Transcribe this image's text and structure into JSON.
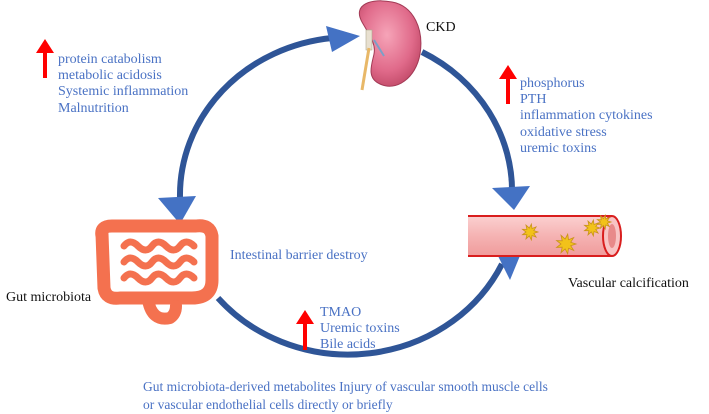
{
  "nodes": {
    "ckd": {
      "label": "CKD",
      "icon": "kidney-icon"
    },
    "gut": {
      "label": "Gut microbiota",
      "icon": "intestine-icon"
    },
    "vascular": {
      "label": "Vascular calcification",
      "icon": "blood-vessel-icon"
    }
  },
  "left_factors": {
    "indicator": "up-arrow-icon",
    "items": [
      "protein catabolism",
      "metabolic acidosis",
      "Systemic inflammation",
      "Malnutrition"
    ]
  },
  "right_factors": {
    "indicator": "up-arrow-icon",
    "items": [
      "phosphorus",
      "PTH",
      "inflammation cytokines",
      "oxidative stress",
      "uremic toxins"
    ]
  },
  "bottom_factors": {
    "indicator": "up-arrow-icon",
    "items": [
      "TMAO",
      "Uremic toxins",
      "Bile acids"
    ]
  },
  "gut_effect": "Intestinal barrier destroy",
  "footer": {
    "line1": "Gut microbiota-derived metabolites Injury of vascular smooth muscle cells",
    "line2": "or vascular endothelial cells directly or briefly"
  },
  "colors": {
    "cycle": "#2f5597",
    "arrowhead": "#4472c4",
    "text": "#4a72c4",
    "up_arrow": "#ff0000",
    "intestine": "#f4714f",
    "kidney": "#e06a8a",
    "vessel": "#f5b3b3",
    "plaque": "#f2c21a"
  }
}
